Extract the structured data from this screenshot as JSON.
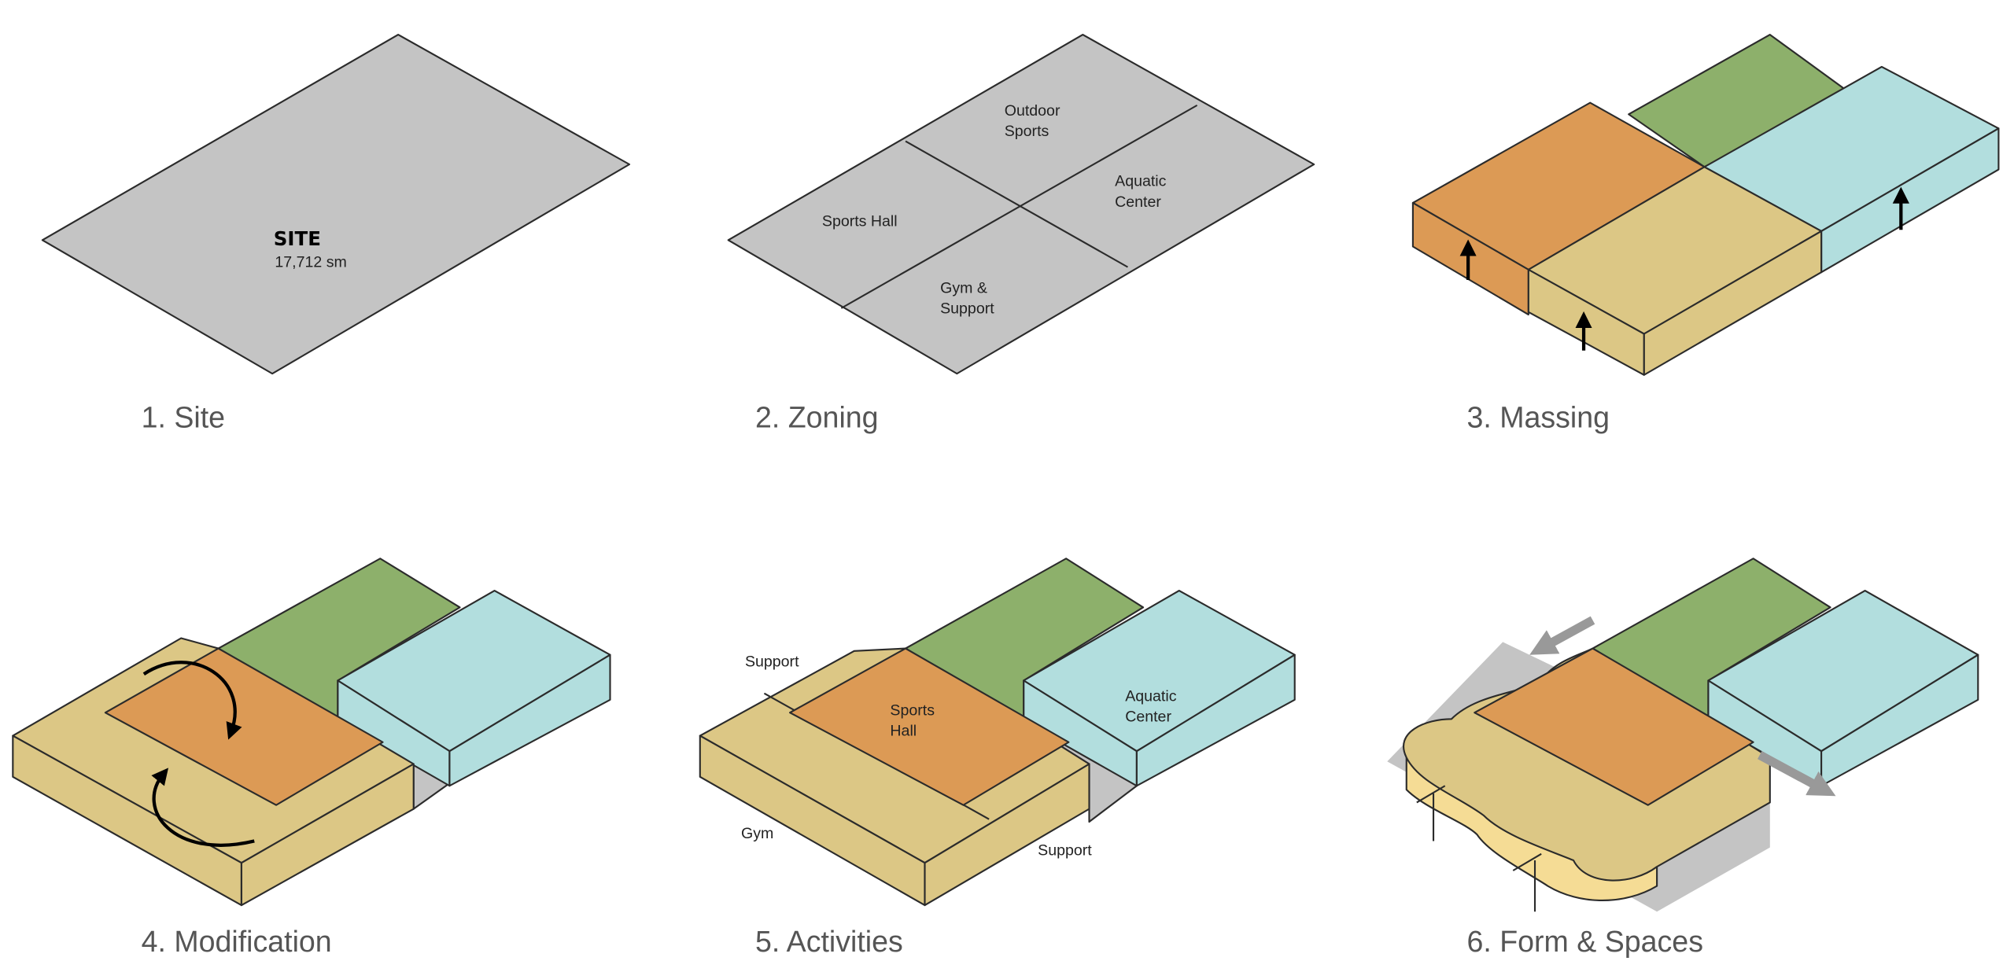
{
  "colors": {
    "site": "#c4c4c4",
    "orange": "#dc9a55",
    "yellow": "#dcc785",
    "green": "#8db06b",
    "cyan": "#b2dede",
    "stroke": "#2b2b2b",
    "caption": "#555555"
  },
  "panels": [
    {
      "caption": "1. Site",
      "site_title": "SITE",
      "site_area": "17,712 sm"
    },
    {
      "caption": "2. Zoning",
      "zones": {
        "outdoor_1": "Outdoor",
        "outdoor_2": "Sports",
        "aquatic_1": "Aquatic",
        "aquatic_2": "Center",
        "sports_hall": "Sports Hall",
        "gym_1": "Gym &",
        "gym_2": "Support"
      }
    },
    {
      "caption": "3. Massing"
    },
    {
      "caption": "4. Modification"
    },
    {
      "caption": "5. Activities",
      "labels": {
        "support_top": "Support",
        "sports_1": "Sports",
        "sports_2": "Hall",
        "aquatic_1": "Aquatic",
        "aquatic_2": "Center",
        "gym": "Gym",
        "support_bottom": "Support"
      }
    },
    {
      "caption": "6. Form & Spaces"
    }
  ]
}
